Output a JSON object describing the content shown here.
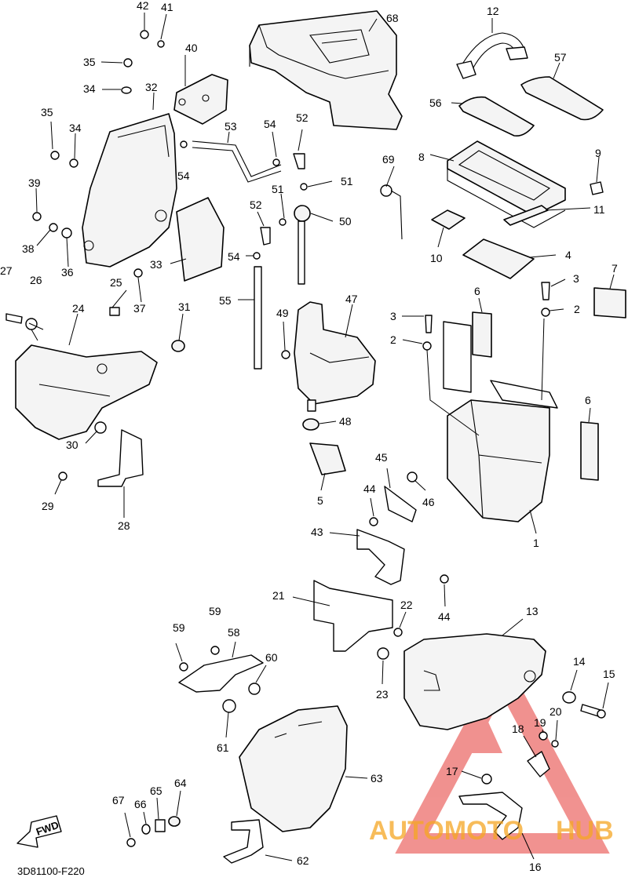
{
  "diagram_code": "3D81100-F220",
  "fwd_label": "FWD",
  "watermark": {
    "text_orange": "AUTOMOTO",
    "text_red": "HUB",
    "color_red": "#e53935",
    "color_orange": "#f5a623"
  },
  "callouts": {
    "c1": "1",
    "c2a": "2",
    "c2b": "2",
    "c3a": "3",
    "c3b": "3",
    "c4": "4",
    "c5": "5",
    "c6a": "6",
    "c6b": "6",
    "c7": "7",
    "c8": "8",
    "c9": "9",
    "c10": "10",
    "c11": "11",
    "c12": "12",
    "c13": "13",
    "c14": "14",
    "c15": "15",
    "c16": "16",
    "c17": "17",
    "c18": "18",
    "c19": "19",
    "c20": "20",
    "c21": "21",
    "c22": "22",
    "c23": "23",
    "c24": "24",
    "c25": "25",
    "c26": "26",
    "c27": "27",
    "c28": "28",
    "c29": "29",
    "c30": "30",
    "c31": "31",
    "c32": "32",
    "c33": "33",
    "c34a": "34",
    "c34b": "34",
    "c35a": "35",
    "c35b": "35",
    "c36": "36",
    "c37": "37",
    "c38": "38",
    "c39": "39",
    "c40": "40",
    "c41": "41",
    "c42": "42",
    "c43": "43",
    "c44a": "44",
    "c44b": "44",
    "c45": "45",
    "c46": "46",
    "c47": "47",
    "c48": "48",
    "c49": "49",
    "c50": "50",
    "c51a": "51",
    "c51b": "51",
    "c52a": "52",
    "c52b": "52",
    "c53": "53",
    "c54a": "54",
    "c54b": "54",
    "c54c": "54",
    "c55": "55",
    "c56": "56",
    "c57": "57",
    "c58": "58",
    "c59a": "59",
    "c59b": "59",
    "c60": "60",
    "c61": "61",
    "c62": "62",
    "c63": "63",
    "c64": "64",
    "c65": "65",
    "c66": "66",
    "c67": "67",
    "c68": "68",
    "c69": "69"
  }
}
